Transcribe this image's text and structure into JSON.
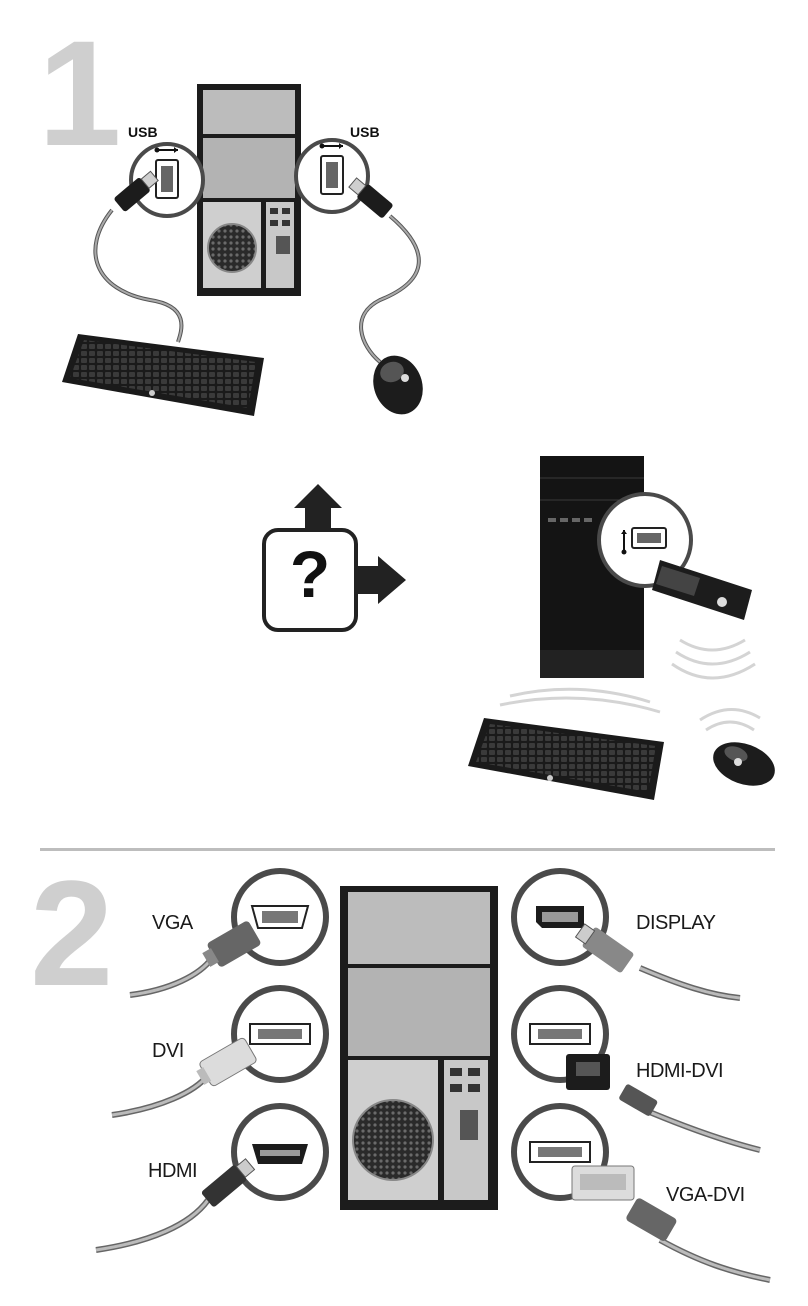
{
  "steps": {
    "step1": {
      "number": "1"
    },
    "step2": {
      "number": "2"
    }
  },
  "usb": {
    "left_label": "USB",
    "right_label": "USB"
  },
  "ports": {
    "vga": "VGA",
    "dvi": "DVI",
    "hdmi": "HDMI",
    "display": "DISPLAY",
    "hdmi_dvi": "HDMI-DVI",
    "vga_dvi": "VGA-DVI"
  },
  "help": {
    "symbol": "?"
  },
  "colors": {
    "step_number": "#cfcfcf",
    "device_dark": "#1c1c1c",
    "tower_panel": "#bcbcbc",
    "callout_ring": "#4a4a4a",
    "divider": "#bdbdbd"
  },
  "icons": [
    "usb-icon",
    "question-icon",
    "wireless-waves-icon",
    "hp-logo-icon"
  ]
}
